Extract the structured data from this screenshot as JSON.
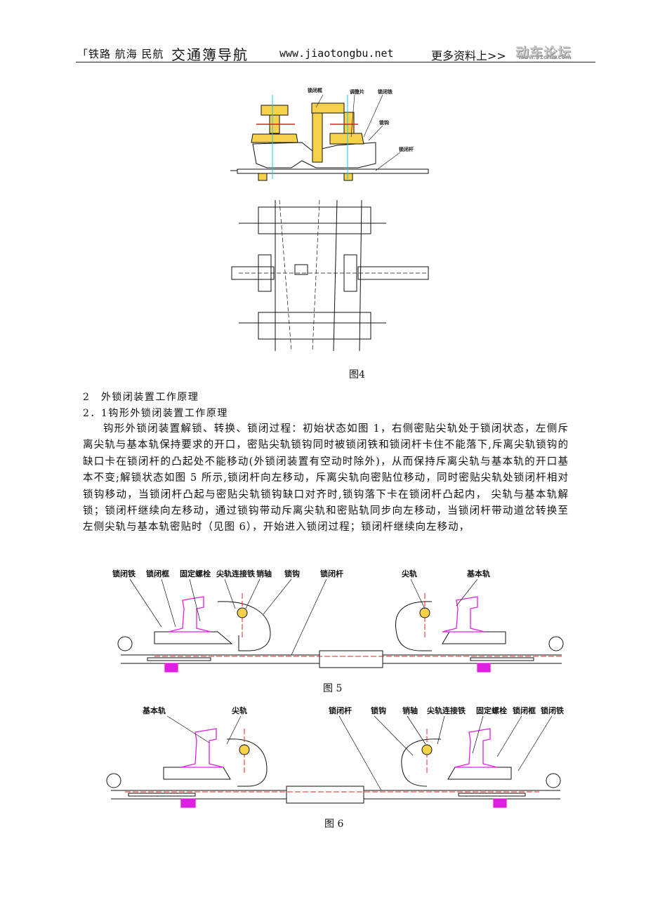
{
  "header": {
    "left": "「铁路 航海 民航",
    "title": "交通簿导航",
    "url": "www.jiaotongbu.net",
    "more": "更多资料上>>",
    "logo": "动车论坛",
    "logo_url": "www.51cfrh.com"
  },
  "figure4": {
    "caption": "图4",
    "labels": [
      "锁闭框",
      "调整片",
      "锁闭铁",
      "锁钩",
      "锁闭杆"
    ]
  },
  "section2": {
    "heading": "2　外锁闭装置工作原理",
    "sub_heading": "2．1钩形外锁闭装置工作原理",
    "paragraph": "钩形外锁闭装置解锁、转换、锁闭过程：初始状态如图 1，右侧密贴尖轨处于锁闭状态，左侧斥离尖轨与基本轨保持要求的开口，密贴尖轨锁钩同时被锁闭铁和锁闭杆卡住不能落下,斥离尖轨锁钩的缺口卡在锁闭杆的凸起处不能移动(外锁闭装置有空动时除外)，从而保持斥离尖轨与基本轨的开口基本不变;解锁状态如图 5 所示,锁闭杆向左移动，斥离尖轨向密贴位移动，同时密贴尖轨处锁闭杆相对锁钩移动，当锁闭杆凸起与密贴尖轨锁钩缺口对齐时,锁钩落下卡在锁闭杆凸起内， 尖轨与基本轨解锁；锁闭杆继续向左移动，通过锁钩带动斥离尖轨和密贴轨同步向左移动，当锁闭杆带动道岔转换至左侧尖轨与基本轨密贴时（见图 6），开始进入锁闭过程；锁闭杆继续向左移动，"
  },
  "figure5": {
    "caption": "图 5",
    "labels": [
      "锁闭铁",
      "锁闭框",
      "固定螺栓",
      "尖轨连接铁",
      "销轴",
      "锁钩",
      "锁闭杆",
      "尖轨",
      "基本轨"
    ]
  },
  "figure6": {
    "caption": "图 6",
    "labels": [
      "基本轨",
      "尖轨",
      "锁闭杆",
      "锁钩",
      "销轴",
      "尖轨连接铁",
      "固定螺栓",
      "锁闭框",
      "锁闭铁"
    ]
  },
  "colors": {
    "magenta": "#e020e0",
    "cyan": "#18c8e8",
    "red": "#e02020",
    "green": "#20a040"
  }
}
